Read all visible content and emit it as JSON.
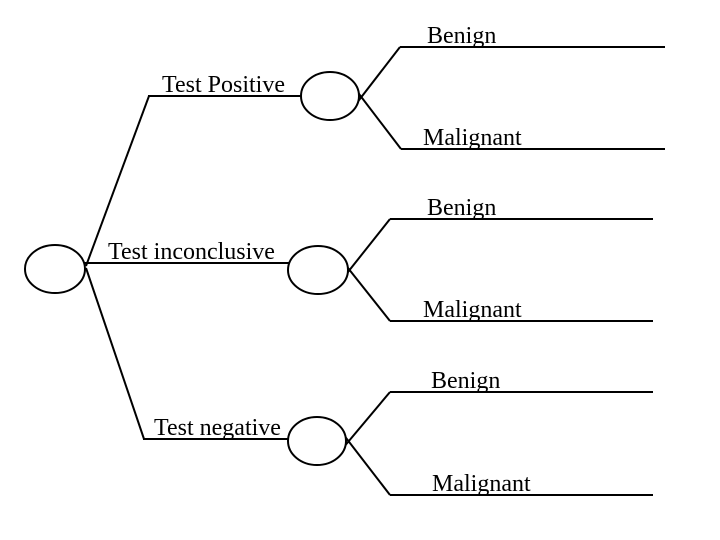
{
  "style": {
    "background": "#ffffff",
    "line_color": "#000000",
    "text_color": "#000000"
  },
  "tree": {
    "type": "probability-decision-tree",
    "root": {
      "label": ""
    },
    "branches": [
      {
        "label": "Test Positive",
        "outcomes": [
          "Benign",
          "Malignant"
        ]
      },
      {
        "label": "Test inconclusive",
        "outcomes": [
          "Benign",
          "Malignant"
        ]
      },
      {
        "label": "Test negative",
        "outcomes": [
          "Benign",
          "Malignant"
        ]
      }
    ]
  }
}
